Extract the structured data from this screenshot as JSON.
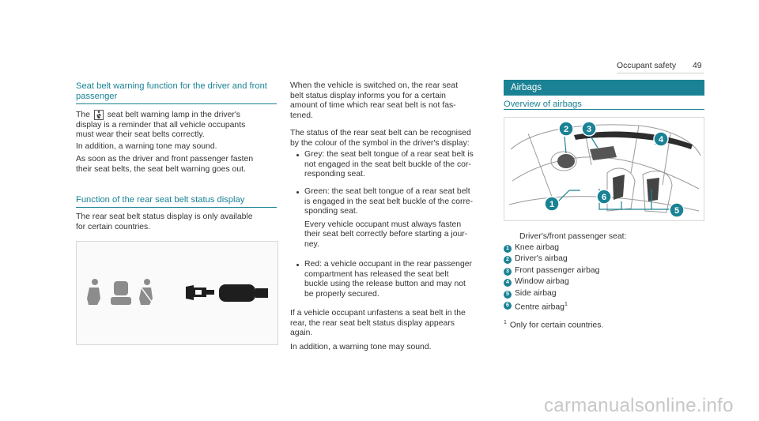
{
  "header": {
    "section": "Occupant safety",
    "page_number": "49"
  },
  "col1": {
    "heading1_line1": "Seat belt warning function for the driver and front",
    "heading1_line2": "passenger",
    "p1_pre": "The",
    "p1_icon": "seat-belt-warning-lamp-icon",
    "p1_line1_post": "seat belt warning lamp in the driver's",
    "p1_line2": "display is a reminder that all vehicle occupants",
    "p1_line3": "must wear their seat belts correctly.",
    "p2": "In addition, a warning tone may sound.",
    "p3_line1": "As soon as the driver and front passenger fasten",
    "p3_line2": "their seat belts, the seat belt warning goes out.",
    "heading2": "Function of the rear seat belt status display",
    "p4_line1": "The rear seat belt status display is only available",
    "p4_line2": "for certain countries."
  },
  "col2": {
    "p1_line1": "When the vehicle is switched on, the rear seat",
    "p1_line2": "belt status display informs you for a certain",
    "p1_line3": "amount of time which rear seat belt is not fas-",
    "p1_line4": "tened.",
    "p2_line1": "The status of the rear seat belt can be recognised",
    "p2_line2": "by the colour of the symbol in the driver's display:",
    "bullets": [
      {
        "lines": [
          "Grey: the seat belt tongue of a rear seat belt is",
          "not engaged in the seat belt buckle of the cor-",
          "responding seat."
        ]
      },
      {
        "lines": [
          "Green: the seat belt tongue of a rear seat belt",
          "is engaged in the seat belt buckle of the corre-",
          "sponding seat."
        ],
        "extra": [
          "Every vehicle occupant must always fasten",
          "their seat belt correctly before starting a jour-",
          "ney."
        ]
      },
      {
        "lines": [
          "Red: a vehicle occupant in the rear passenger",
          "compartment has released the seat belt",
          "buckle using the release button and may not",
          "be properly secured."
        ]
      }
    ],
    "p3_line1": "If a vehicle occupant unfastens a seat belt in the",
    "p3_line2": "rear, the rear seat belt status display appears",
    "p3_line3": "again.",
    "p4": "In addition, a warning tone may sound."
  },
  "col3": {
    "banner": "Airbags",
    "heading": "Overview of airbags",
    "legend_title": "Driver's/front passenger seat:",
    "legend": [
      {
        "num": "1",
        "label": "Knee airbag"
      },
      {
        "num": "2",
        "label": "Driver's airbag"
      },
      {
        "num": "3",
        "label": "Front passenger airbag"
      },
      {
        "num": "4",
        "label": "Window airbag"
      },
      {
        "num": "5",
        "label": "Side airbag"
      },
      {
        "num": "6",
        "label": "Centre airbag"
      }
    ],
    "footnote_mark": "1",
    "footnote_text": "Only for certain countries."
  },
  "watermark": "carmanualsonline.info",
  "colors": {
    "accent": "#1a8294",
    "text": "#333333"
  }
}
